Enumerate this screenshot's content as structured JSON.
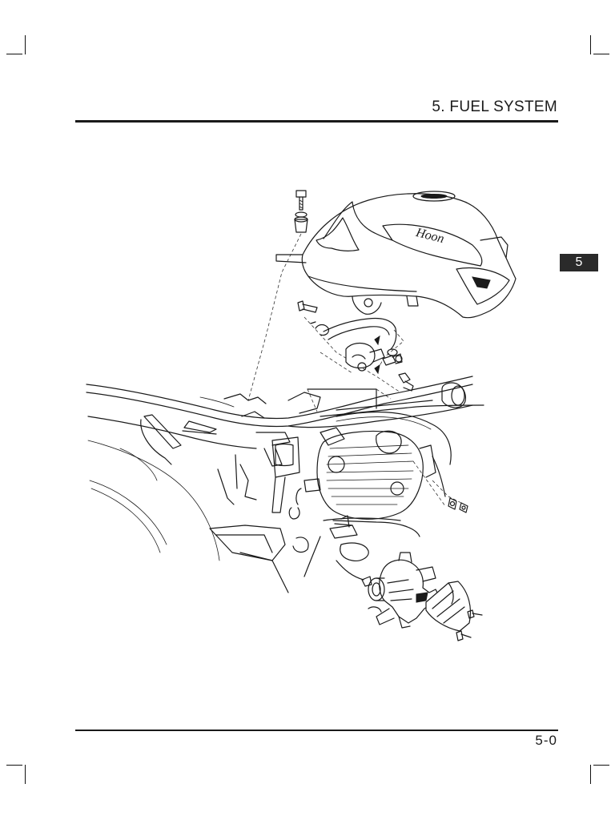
{
  "header": {
    "title": "5. FUEL SYSTEM"
  },
  "chapter_tab": {
    "label": "5"
  },
  "footer": {
    "page_number": "5-0"
  },
  "tank_logo": {
    "text": "Hoon"
  }
}
